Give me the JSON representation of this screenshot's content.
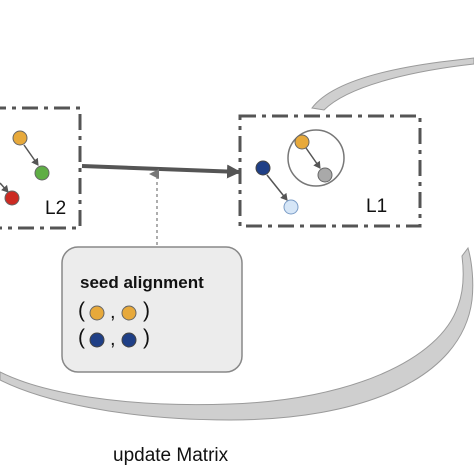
{
  "layers": {
    "left_label": "L2",
    "right_label": "L1"
  },
  "seed_alignment": {
    "title": "seed alignment",
    "pairs": [
      {
        "open": "(",
        "sep": ",",
        "close": ")",
        "left_color": "#e7a93b",
        "right_color": "#e7a93b"
      },
      {
        "open": "(",
        "sep": ",",
        "close": ")",
        "left_color": "#1f3f86",
        "right_color": "#1f3f86"
      }
    ]
  },
  "footer": {
    "caption": "update Matrix"
  },
  "colors": {
    "orange_node": "#e7a93b",
    "green_node": "#5fae45",
    "red_node": "#cc2a22",
    "dark_blue_node": "#1f3f86",
    "light_blue_node": "#d6e6f7",
    "gray_node": "#a9a9a9",
    "box_border": "#555555",
    "seed_box_fill": "#ececec",
    "arrow": "#555555"
  }
}
